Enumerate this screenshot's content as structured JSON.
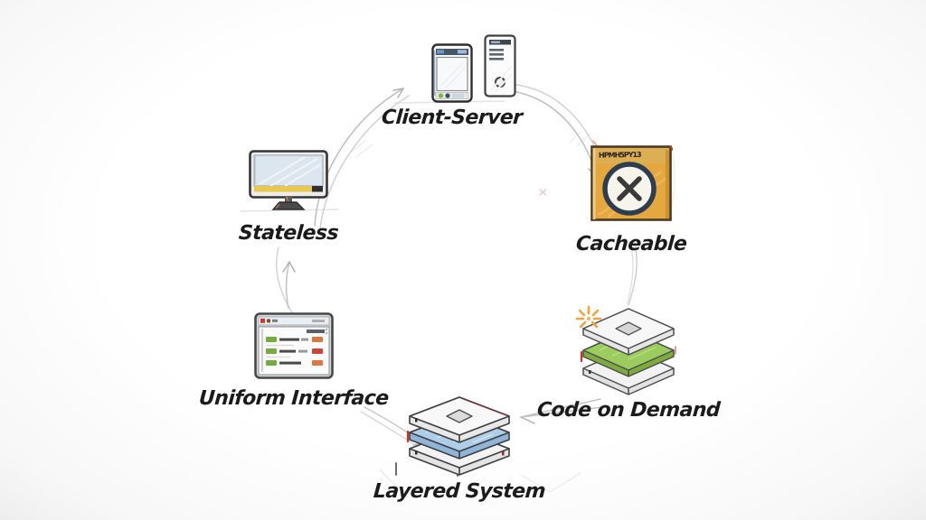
{
  "diagram": {
    "style": "hand-drawn sketch cycle of REST architectural constraints",
    "nodes": [
      {
        "id": "client-server",
        "label": "Client-Server",
        "icon": "phone-and-server-icon"
      },
      {
        "id": "cacheable",
        "label": "Cacheable",
        "icon": "cache-box-x-icon",
        "scribble": "HPMH5PY13"
      },
      {
        "id": "code-on-demand",
        "label": "Code on Demand",
        "icon": "layer-stack-sparkle-icon"
      },
      {
        "id": "layered-system",
        "label": "Layered System",
        "icon": "layer-stack-icon"
      },
      {
        "id": "uniform-interface",
        "label": "Uniform Interface",
        "icon": "api-browser-icon"
      },
      {
        "id": "stateless",
        "label": "Stateless",
        "icon": "monitor-icon"
      }
    ],
    "edges": [
      {
        "from": "stateless",
        "to": "client-server"
      },
      {
        "from": "client-server",
        "to": "cacheable"
      },
      {
        "from": "cacheable",
        "to": "code-on-demand"
      },
      {
        "from": "code-on-demand",
        "to": "layered-system"
      },
      {
        "from": "uniform-interface",
        "to": "layered-system"
      },
      {
        "from": "uniform-interface",
        "to": "stateless"
      }
    ],
    "colors": {
      "ink": "#1b1b1b",
      "sketch_line": "#bdbdbd",
      "cache_box": "#e4a83e",
      "cache_ring": "#2e3d4f",
      "monitor_bar_yellow": "#e8c84e",
      "screen_blue": "#dce6ee",
      "layer_green": "#9ccb5e",
      "layer_blue": "#aecde8",
      "sparkle_orange": "#f0a23c",
      "get_badge_green": "#74ad3f",
      "warn_badge_orange": "#dd7740",
      "error_badge_red": "#cc4437",
      "red_accent": "#c0392b"
    }
  }
}
